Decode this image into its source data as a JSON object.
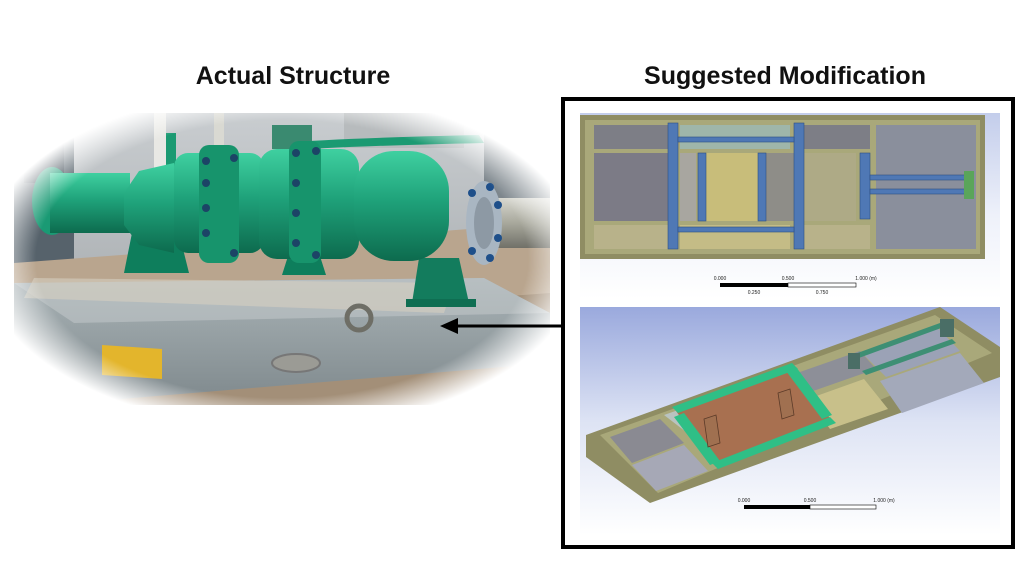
{
  "headings": {
    "left": "Actual Structure",
    "right": "Suggested Modification"
  },
  "scale_bar_top": {
    "upper": [
      "0.000",
      "0.500",
      "1.000 (m)"
    ],
    "lower": [
      "0.250",
      "0.750"
    ]
  },
  "scale_bar_iso": {
    "upper": [
      "0.000",
      "0.500",
      "1.000 (m)"
    ]
  },
  "colors": {
    "pump_green": "#1fa27a",
    "skid_grey": "#8e9aa0",
    "cad_frame": "#8f8d63",
    "cad_beam": "#4f78b5",
    "cad_plate": "#a87050",
    "arrow": "#000000"
  }
}
